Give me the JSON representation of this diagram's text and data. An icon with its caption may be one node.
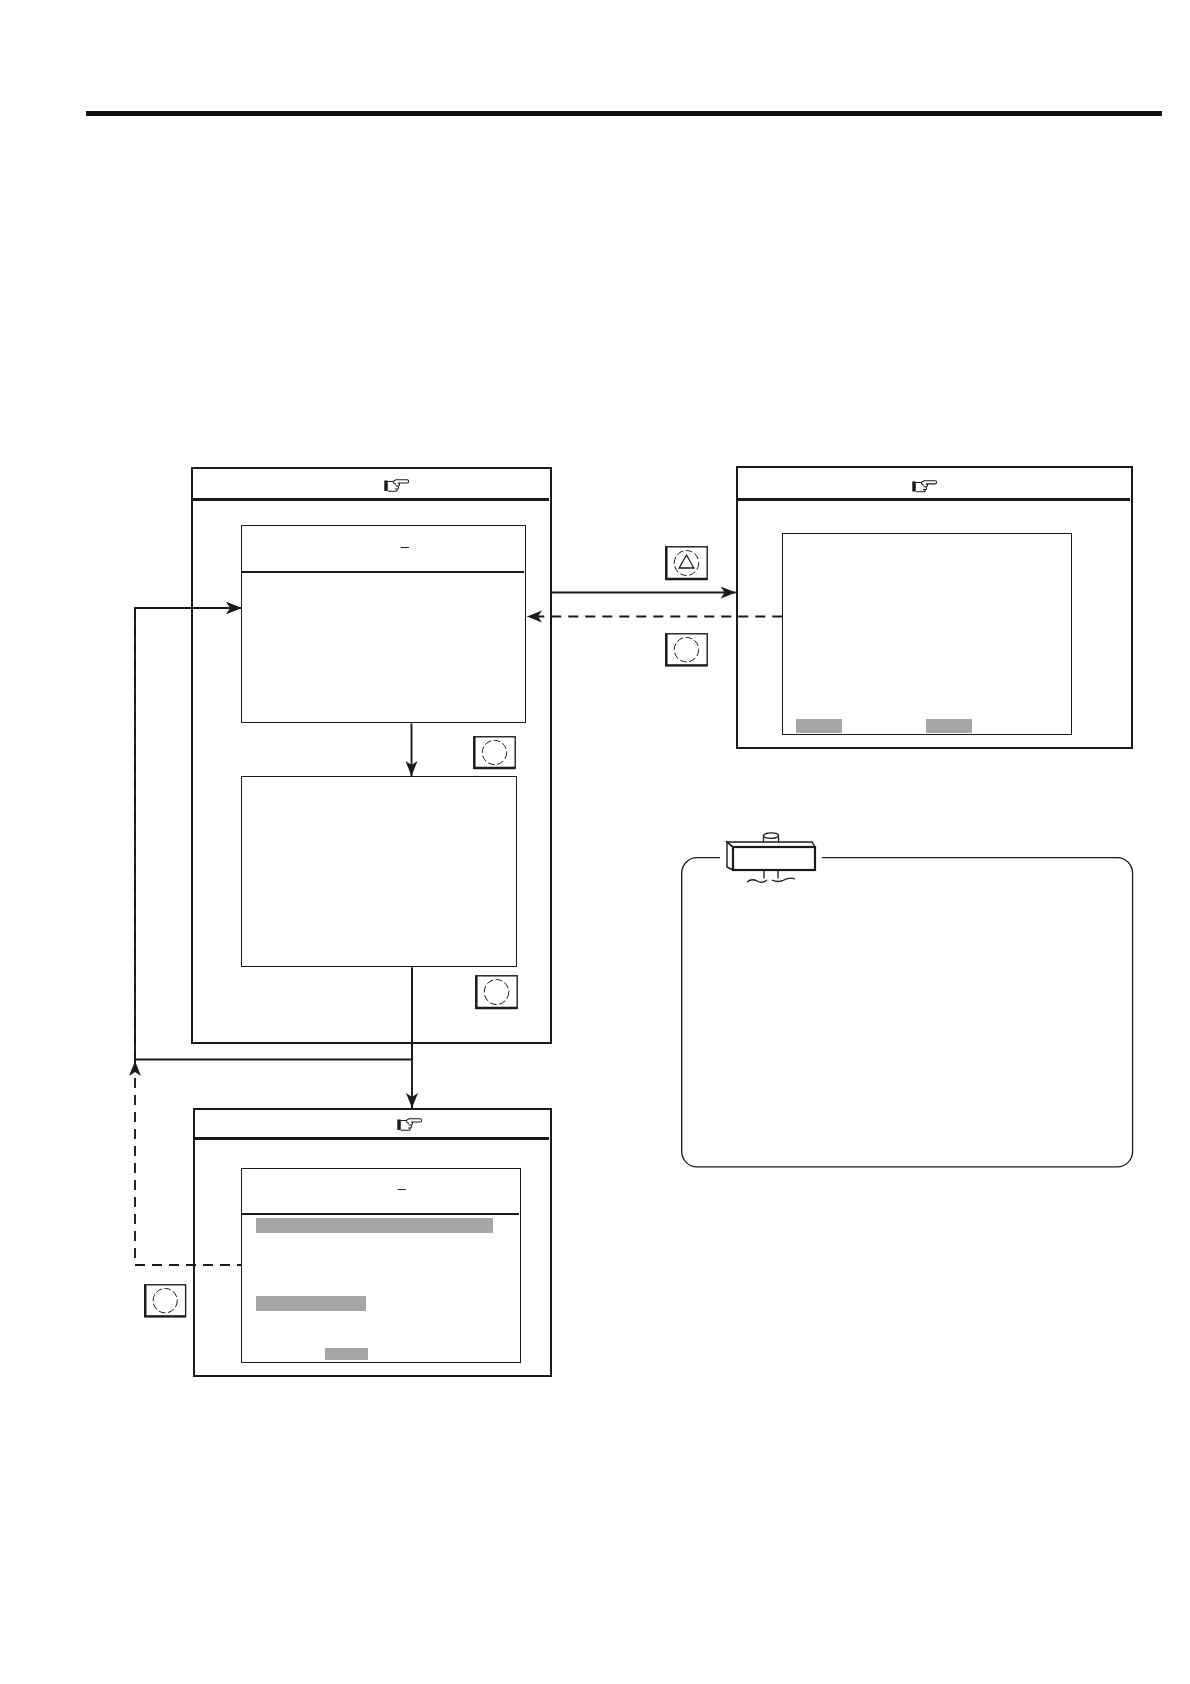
{
  "diagram": {
    "nodes": [
      {
        "text": [],
        "shape": "box"
      },
      {
        "text": [
          "–"
        ],
        "in": 0
      },
      {
        "text": [],
        "shape": "box",
        "in": 0
      },
      {
        "text": [],
        "shape": "box"
      },
      {
        "text": [],
        "shape": "box",
        "in": 3
      },
      {
        "text": [],
        "shape": "bar",
        "in": 4
      },
      {
        "text": [],
        "shape": "bar",
        "in": 4
      },
      {
        "text": [],
        "shape": "box"
      },
      {
        "text": [],
        "shape": "box"
      },
      {
        "text": [
          "–"
        ],
        "in": 8
      },
      {
        "text": [],
        "shape": "bar",
        "in": 9
      },
      {
        "text": [],
        "shape": "bar",
        "in": 9
      },
      {
        "text": [],
        "shape": "bar",
        "in": 9
      }
    ],
    "edges": [
      {
        "from": 0,
        "to": 3,
        "arrow": "to"
      },
      {
        "from": 4,
        "to": 1,
        "arrow": "to",
        "style": "dashed"
      },
      {
        "from": 1,
        "to": 2,
        "arrow": "to"
      },
      {
        "from": 2,
        "to": 8,
        "arrow": "to"
      },
      {
        "from": 2,
        "to": 1,
        "arrow": "to"
      },
      {
        "from": 9,
        "to": 1,
        "arrow": "to",
        "style": "dashed"
      }
    ]
  }
}
